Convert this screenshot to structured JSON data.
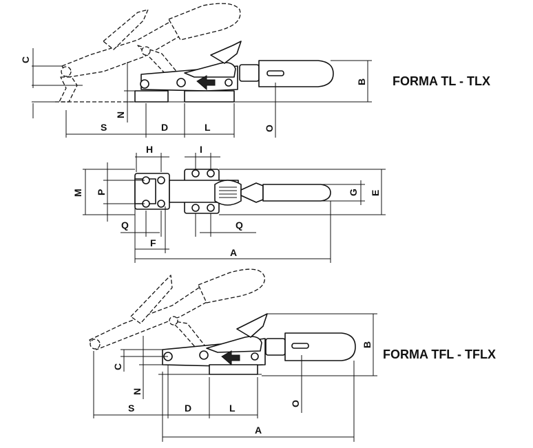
{
  "titles": {
    "top": "FORMA TL - TLX",
    "bottom": "FORMA TFL - TFLX"
  },
  "dimensions": {
    "top": {
      "C": "C",
      "B": "B",
      "N": "N",
      "O": "O",
      "S": "S",
      "D": "D",
      "L": "L"
    },
    "middle": {
      "H": "H",
      "I": "I",
      "M": "M",
      "P": "P",
      "G": "G",
      "E": "E",
      "Q_left": "Q",
      "Q_right": "Q",
      "F": "F",
      "A": "A"
    },
    "bottom": {
      "C": "C",
      "B": "B",
      "N": "N",
      "O": "O",
      "S": "S",
      "D": "D",
      "L": "L",
      "A": "A"
    }
  }
}
